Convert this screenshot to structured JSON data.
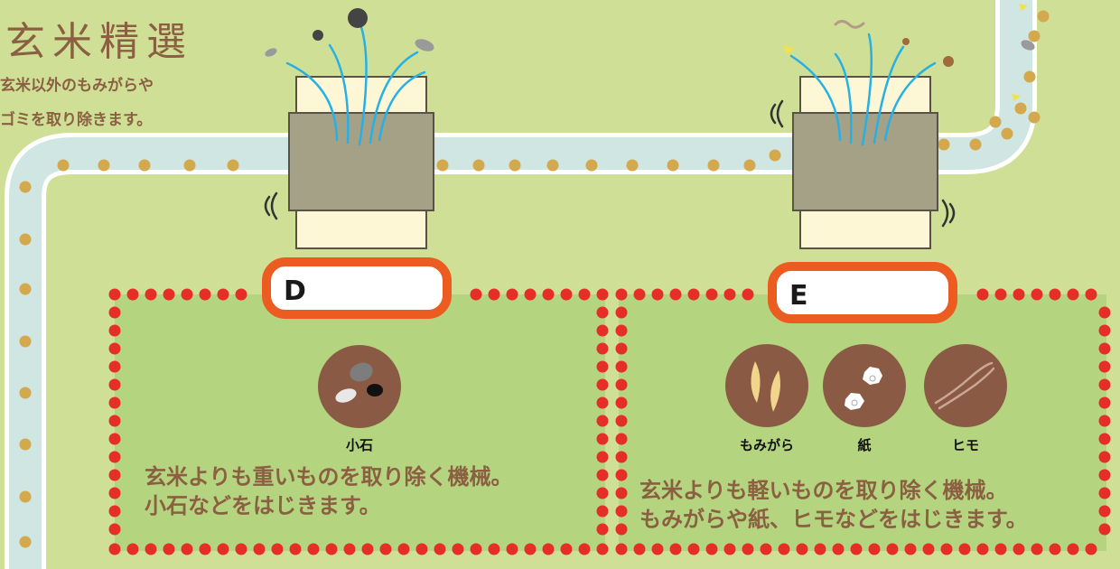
{
  "title": "玄米精選",
  "subtitle_lines": [
    "玄米以外のもみがらや",
    "ゴミを取り除きます。"
  ],
  "colors": {
    "background": "#cfe096",
    "panel_fill": "#b5d47f",
    "conveyor": "#cfe6e3",
    "conveyor_edge": "#ffffff",
    "grain": "#d4a84c",
    "machine_body": "#a5a186",
    "machine_outline": "#5a5244",
    "chute": "#fdf7d5",
    "streams": "#26b0e6",
    "label_border": "#ec5b20",
    "dots": "#e52e27",
    "icon_circle": "#8b5a45",
    "text_brown": "#8b6042"
  },
  "machines": [
    {
      "label": "D",
      "icons": [
        {
          "name": "stone-icon",
          "caption": "小石"
        }
      ],
      "description_lines": [
        "玄米よりも重いものを取り除く機械。",
        "小石などをはじきます。"
      ]
    },
    {
      "label": "E",
      "icons": [
        {
          "name": "husk-icon",
          "caption": "もみがら"
        },
        {
          "name": "paper-icon",
          "caption": "紙"
        },
        {
          "name": "string-icon",
          "caption": "ヒモ"
        }
      ],
      "description_lines": [
        "玄米よりも軽いものを取り除く機械。",
        "もみがらや紙、ヒモなどをはじきます。"
      ]
    }
  ]
}
